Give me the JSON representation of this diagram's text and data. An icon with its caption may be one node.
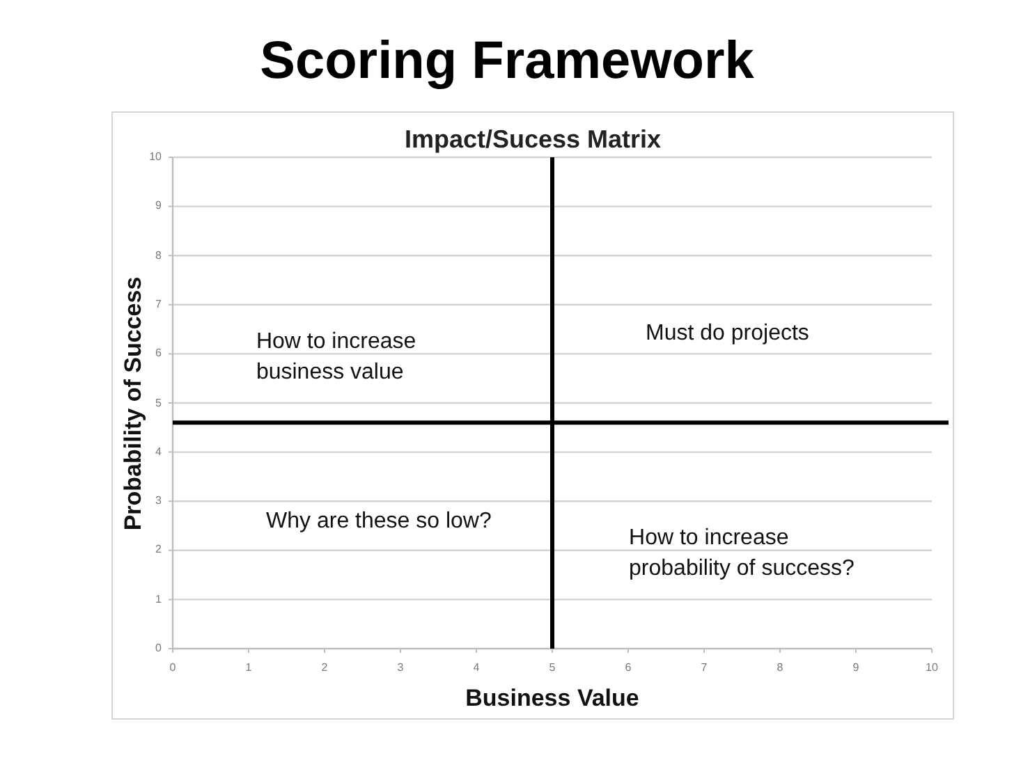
{
  "diagram": {
    "title": "Scoring Framework",
    "chart_data": {
      "type": "scatter",
      "title": "Impact/Sucess Matrix",
      "xlabel": "Business Value",
      "ylabel": "Probability of Success",
      "xlim": [
        0,
        10
      ],
      "ylim": [
        0,
        10
      ],
      "xticks": [
        0,
        1,
        2,
        3,
        4,
        5,
        6,
        7,
        8,
        9,
        10
      ],
      "yticks": [
        0,
        1,
        2,
        3,
        4,
        5,
        6,
        7,
        8,
        9,
        10
      ],
      "grid": true,
      "ref_lines": [
        {
          "axis": "x",
          "value": 5,
          "color": "#000000"
        },
        {
          "axis": "y",
          "value": 4.6,
          "color": "#000000"
        }
      ],
      "annotations": [
        "How to increase business value",
        "Must do projects",
        "Why are these so low?",
        "How to increase probability of success?"
      ]
    }
  }
}
